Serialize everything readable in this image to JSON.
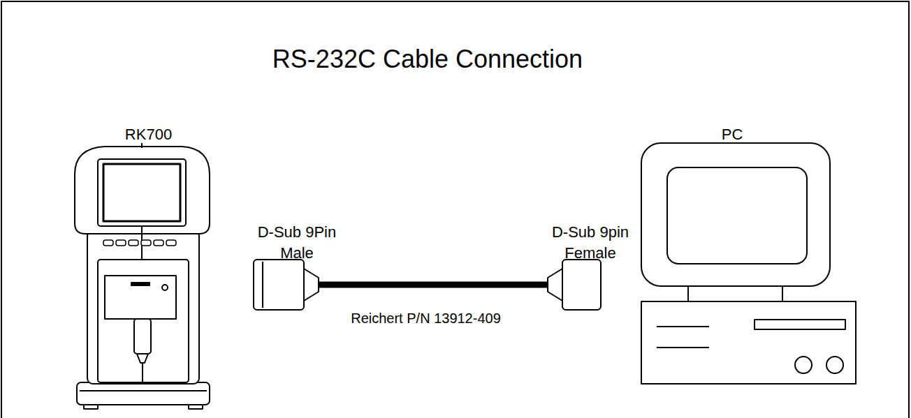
{
  "diagram": {
    "title": "RS-232C Cable Connection",
    "nodes": [
      {
        "text": [
          "RK700"
        ]
      },
      {
        "text": [
          "PC"
        ]
      }
    ],
    "edges": [
      {
        "from": 0,
        "to": 1,
        "arrow": "none",
        "label": "Reichert P/N 13912-409"
      }
    ],
    "labels": [
      "D-Sub 9Pin Male",
      "D-Sub 9pin Female"
    ]
  }
}
